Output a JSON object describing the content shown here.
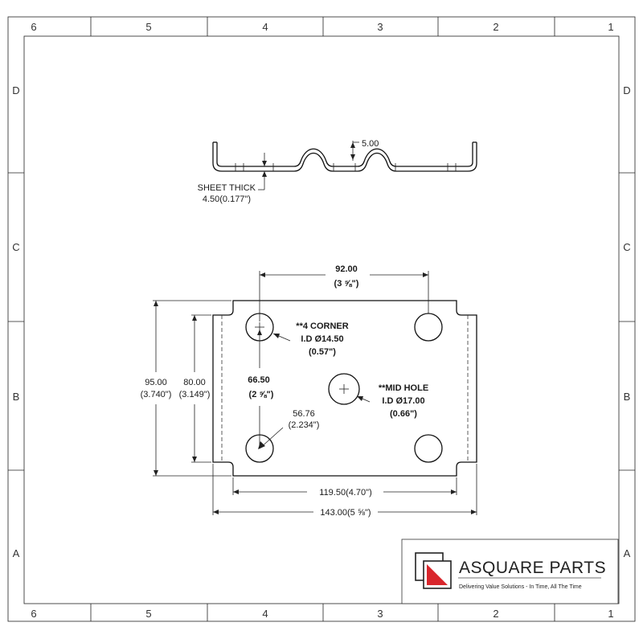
{
  "border": {
    "columns": [
      "6",
      "5",
      "4",
      "3",
      "2",
      "1"
    ],
    "rows": [
      "D",
      "C",
      "B",
      "A"
    ]
  },
  "side_view": {
    "step_dim": "5.00",
    "thickness_label_line1": "SHEET THICK",
    "thickness_label_line2": "4.50(0.177\")"
  },
  "plan_view": {
    "hole_spacing": "92.00",
    "hole_spacing_in": "(3 ⅝\")",
    "corner_note_line1": "**4 CORNER",
    "corner_note_line2": "I.D Ø14.50",
    "corner_note_line3": "(0.57\")",
    "vertical_hole_spacing": "66.50",
    "vertical_hole_spacing_in": "(2 ⅝\")",
    "mid_note_line1": "**MID HOLE",
    "mid_note_line2": "I.D Ø17.00",
    "mid_note_line3": "(0.66\")",
    "diag_dim": "56.76",
    "diag_dim_in": "(2.234\")",
    "overall_height": "95.00",
    "overall_height_in": "(3.740\")",
    "inner_height": "80.00",
    "inner_height_in": "(3.149\")",
    "inner_width": "119.50(4.70\")",
    "overall_width": "143.00(5 ⅝\")"
  },
  "title_block": {
    "company": "ASQUARE PARTS",
    "tagline": "Delivering Value Solutions - In Time, All The Time",
    "logo_accent": "#d9262c"
  }
}
